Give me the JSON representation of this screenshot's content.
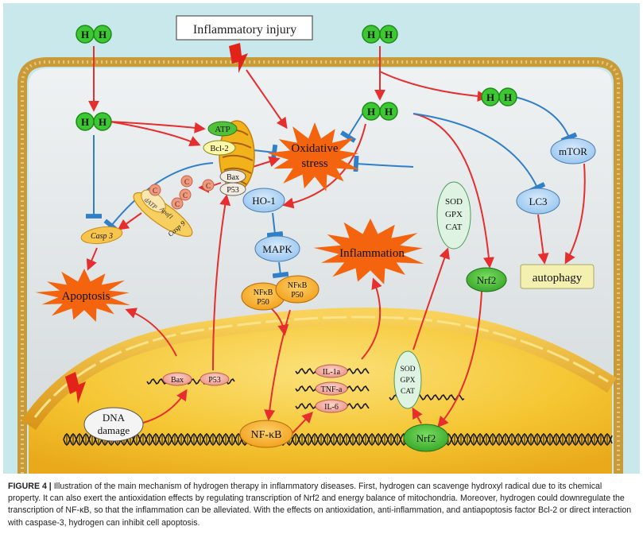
{
  "figure": {
    "top_label": "Inflammatory injury",
    "hydrogen_letter": "H",
    "oxidative_stress": [
      "Oxidative",
      "stress"
    ],
    "inflammation": "Inflammation",
    "apoptosis": "Apoptosis",
    "atp": "ATP",
    "bcl2": "Bcl-2",
    "bax": "Bax",
    "p53": "P53",
    "ho1": "HO-1",
    "mapk": "MAPK",
    "nfkb": "NFκB",
    "p50": "P50",
    "nfkb_nucleus": "NF-κB",
    "antioxidants": [
      "SOD",
      "GPX",
      "CAT"
    ],
    "lc3": "LC3",
    "mtor": "mTOR",
    "nrf2": "Nrf2",
    "autophagy": "autophagy",
    "casp3": "Casp 3",
    "casp9": "Casp 9",
    "dath": "dATP",
    "apaf": "Apaf1",
    "cyt_c": "C",
    "cytokines": [
      "IL-1a",
      "TNF-a",
      "IL-6"
    ],
    "dna_damage": [
      "DNA",
      "damage"
    ]
  },
  "caption": {
    "label": "FIGURE 4 |",
    "text": "Illustration of the main mechanism of hydrogen therapy in inflammatory diseases. First, hydrogen can scavenge hydroxyl radical due to its chemical property. It can also exert the antioxidation effects by regulating transcription of Nrf2 and energy balance of mitochondria. Moreover, hydrogen could downregulate the transcription of NF-κB, so that the inflammation can be alleviated. With the effects on antioxidation, anti-inflammation, and antiapoptosis factor Bcl-2 or direct interaction with caspase-3, hydrogen can inhibit cell apoptosis."
  },
  "colors": {
    "extracellular": "#c9e8ec",
    "cytoplasm_top": "#e9eef0",
    "cytoplasm_bottom": "#d6dadc",
    "membrane": "#c89a3a",
    "nucleus": "#f5c531",
    "hydrogen": "#3cc832",
    "activation_arrow": "#e62e2e",
    "inhibition_arrow": "#2f7fc9",
    "blue_node": "#a8cff2",
    "star": "#f4640e",
    "orange_node": "#f7a81b",
    "green_node": "#4fc23a",
    "autophagy_box": "#f3f0b0"
  }
}
